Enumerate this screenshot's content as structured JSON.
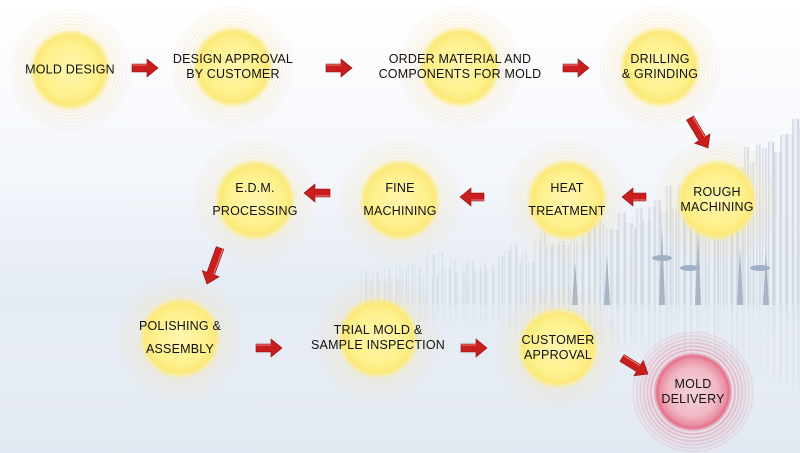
{
  "steps": [
    {
      "id": "mold-design",
      "lines": [
        "MOLD DESIGN"
      ]
    },
    {
      "id": "design-approval",
      "lines": [
        "DESIGN APPROVAL",
        "BY CUSTOMER"
      ]
    },
    {
      "id": "order-material",
      "lines": [
        "ORDER MATERIAL AND",
        "COMPONENTS FOR MOLD"
      ]
    },
    {
      "id": "drilling-grinding",
      "lines": [
        "DRILLING",
        "& GRINDING"
      ]
    },
    {
      "id": "rough-machining",
      "lines": [
        "ROUGH",
        "MACHINING"
      ]
    },
    {
      "id": "heat-treatment",
      "lines": [
        "HEAT",
        "TREATMENT"
      ]
    },
    {
      "id": "fine-machining",
      "lines": [
        "FINE",
        "MACHINING"
      ]
    },
    {
      "id": "edm-processing",
      "lines": [
        "E.D.M.",
        "PROCESSING"
      ]
    },
    {
      "id": "polishing-assembly",
      "lines": [
        "POLISHING &",
        "ASSEMBLY"
      ]
    },
    {
      "id": "trial-mold",
      "lines": [
        "TRIAL MOLD &",
        "SAMPLE INSPECTION"
      ]
    },
    {
      "id": "customer-approval",
      "lines": [
        "CUSTOMER",
        "APPROVAL"
      ]
    },
    {
      "id": "mold-delivery",
      "lines": [
        "MOLD",
        "DELIVERY"
      ],
      "final": true
    }
  ],
  "colors": {
    "arrow": "#c81e1e",
    "text": "#111111",
    "node": "#fdf08a",
    "final_node": "#e46f88"
  }
}
